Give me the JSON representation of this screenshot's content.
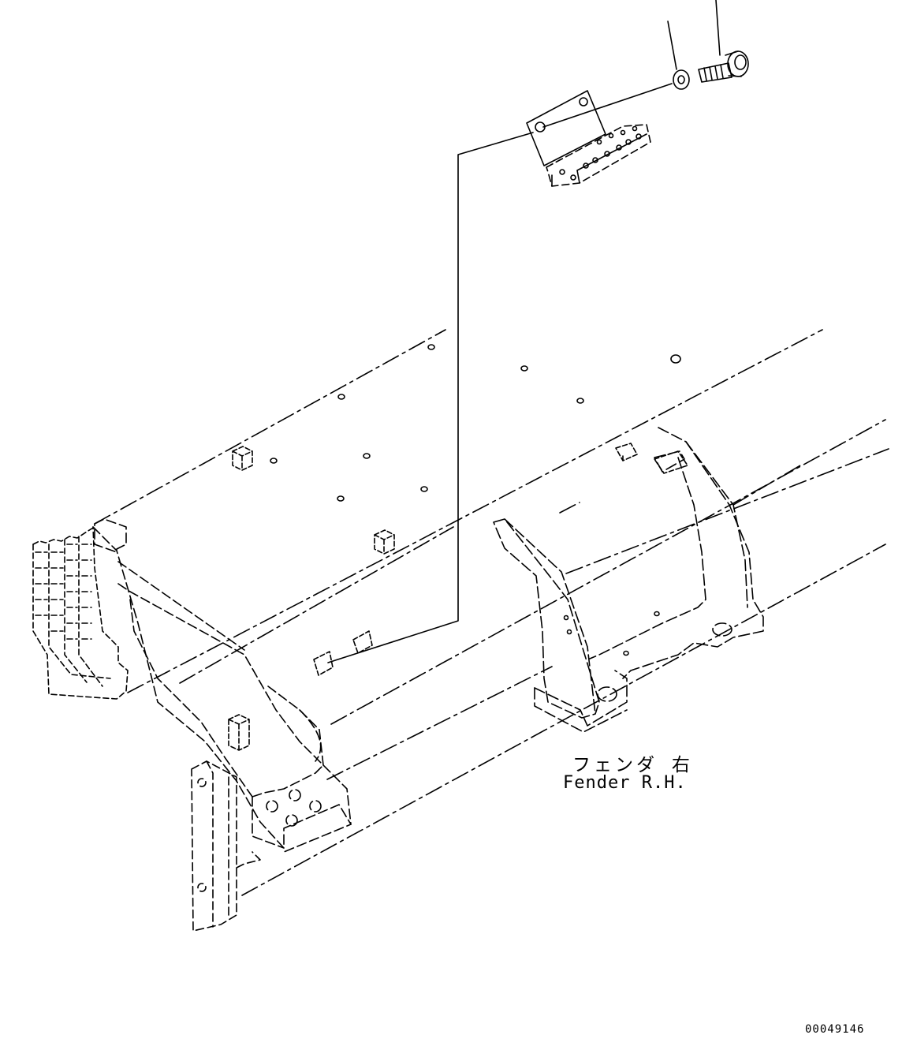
{
  "labels": {
    "part_name_jp": "フェンダ 右",
    "part_name_en": "Fender R.H."
  },
  "drawing_number": "00049146",
  "colors": {
    "line": "#000000",
    "background": "#ffffff"
  }
}
